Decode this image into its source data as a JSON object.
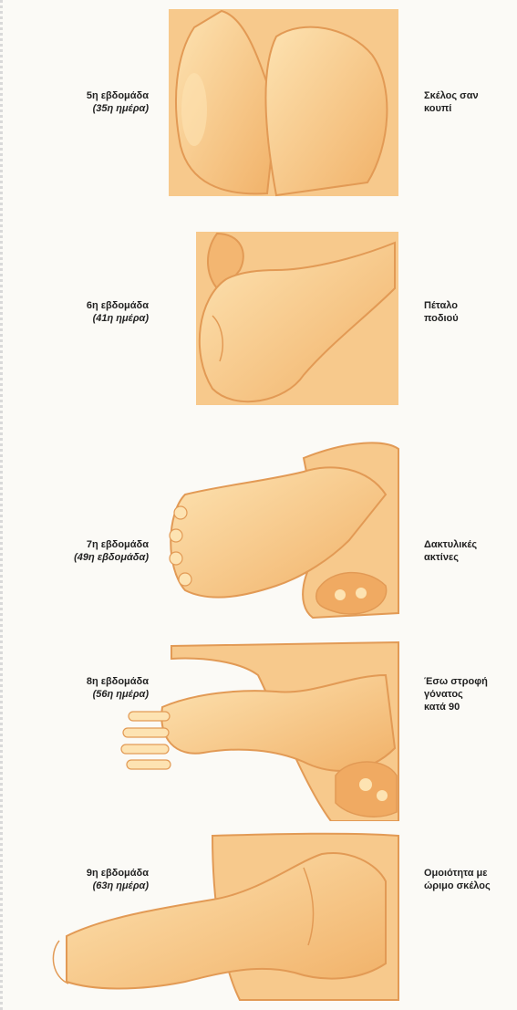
{
  "stages": [
    {
      "week": "5η εβδομάδα",
      "day": "(35η ημέρα)",
      "desc": [
        "Σκέλος σαν",
        "κουπί"
      ]
    },
    {
      "week": "6η εβδομάδα",
      "day": "(41η ημέρα)",
      "desc": [
        "Πέταλο",
        "ποδιού"
      ]
    },
    {
      "week": "7η εβδομάδα",
      "day": "(49η εβδομάδα)",
      "desc": [
        "Δακτυλικές",
        "ακτίνες"
      ]
    },
    {
      "week": "8η εβδομάδα",
      "day": "(56η ημέρα)",
      "desc": [
        "Έσω στροφή",
        "γόνατος",
        "κατά 90"
      ]
    },
    {
      "week": "9η εβδομάδα",
      "day": "(63η ημέρα)",
      "desc": [
        "Ομοιότητα με",
        "ώριμο σκέλος"
      ]
    }
  ],
  "colors": {
    "skin": "#f6c47e",
    "skin_light": "#fde3b2",
    "skin_dark": "#e59a52",
    "background": "#fbfaf6"
  }
}
